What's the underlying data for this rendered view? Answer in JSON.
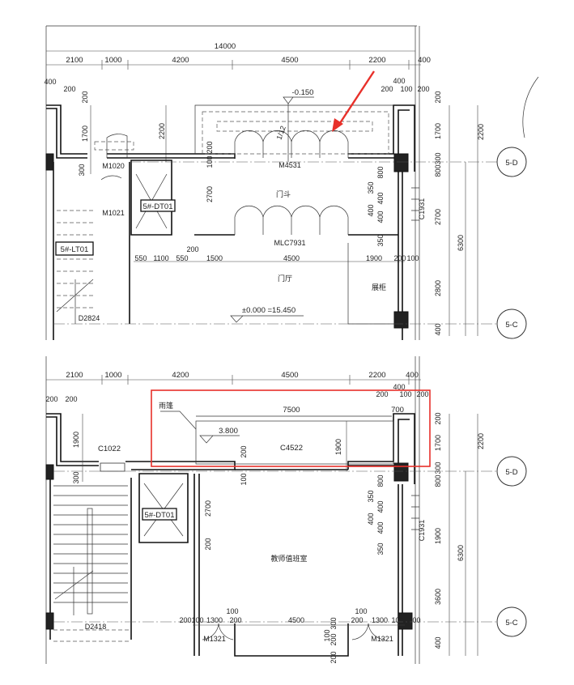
{
  "colors": {
    "annotation": "#e8302a",
    "line": "#222222"
  },
  "top": {
    "overall": "14000",
    "dims_row": [
      "2100",
      "1000",
      "4200",
      "4500",
      "2200",
      "400"
    ],
    "small": [
      "400",
      "200",
      "400",
      "200",
      "100",
      "200"
    ],
    "vdims_left": [
      "200",
      "1700",
      "300"
    ],
    "v2200": "2200",
    "elevation": "-0.150",
    "slope": "1/12",
    "door_main": "M4531",
    "door_m1020": "M1020",
    "door_m1021": "M1021",
    "elevator": "5#-DT01",
    "stair": "5#-LT01",
    "vestibule": "门斗",
    "lobby": "门厅",
    "showcase": "展柜",
    "door_inner": "MLC7931",
    "stair_door": "D2824",
    "level": "±0.000 =15.450",
    "v2700": "2700",
    "v200": "200",
    "v100": "100",
    "lobby_dims": [
      "550",
      "1100",
      "550",
      "1500",
      "4500",
      "1900",
      "200",
      "100"
    ],
    "lobby_dim_upper": "200",
    "right_inner": [
      "800",
      "350",
      "400",
      "400",
      "400",
      "350"
    ],
    "window": "C1931",
    "right_dims": [
      "200",
      "1700",
      "300",
      "800",
      "2700",
      "2800",
      "400"
    ],
    "r6300": "6300",
    "r2200": "2200",
    "grid": [
      "5-D",
      "5-C"
    ]
  },
  "bottom": {
    "dims_row": [
      "2100",
      "1000",
      "4200",
      "4500",
      "2200",
      "400"
    ],
    "small": [
      "200",
      "200",
      "400",
      "200",
      "100",
      "200"
    ],
    "canopy": "雨篷",
    "canopy_width": "7500",
    "d700": "700",
    "elevation": "3.800",
    "window_main": "C4522",
    "v1900": "1900",
    "v200": "200",
    "v100": "100",
    "window_left": "C1022",
    "left1900": "1900",
    "left300": "300",
    "elevator": "5#-DT01",
    "v2700": "2700",
    "v200b": "200",
    "room": "教师值班室",
    "room_dims": [
      "200",
      "100",
      "1300",
      "100",
      "200",
      "4500",
      "200",
      "100",
      "1300",
      "100",
      "300"
    ],
    "door_left": "M1321",
    "door_right": "M1321",
    "stair_door": "D2418",
    "step_dims": [
      "200",
      "300",
      "100",
      "200"
    ],
    "right_inner": [
      "800",
      "350",
      "400",
      "400",
      "400",
      "350"
    ],
    "window": "C1931",
    "right_dims": [
      "200",
      "1700",
      "300",
      "800",
      "1900",
      "3600",
      "400"
    ],
    "r6300": "6300",
    "r2200": "2200",
    "grid": [
      "5-D",
      "5-C"
    ]
  }
}
